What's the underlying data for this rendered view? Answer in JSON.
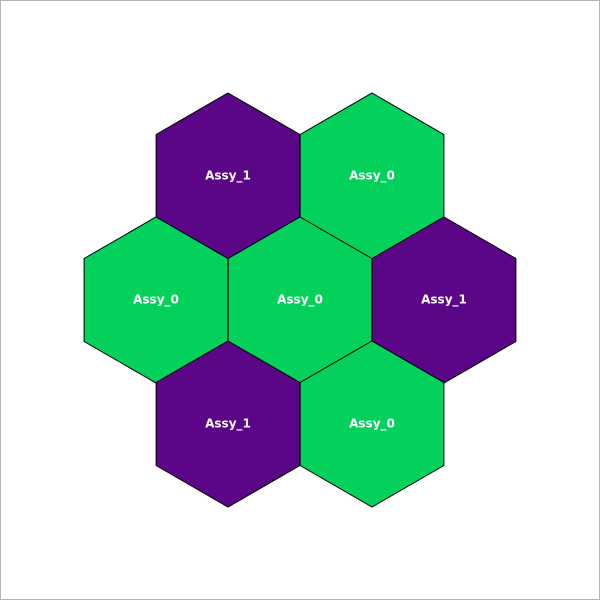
{
  "colors": {
    "Assy_0": "#03d15c",
    "Assy_1": "#5b0686",
    "edge": "#000000"
  },
  "hexes": [
    {
      "label": "Assy_1",
      "row": -1,
      "col": -0.5
    },
    {
      "label": "Assy_0",
      "row": -1,
      "col": 0.5
    },
    {
      "label": "Assy_0",
      "row": 0,
      "col": -1
    },
    {
      "label": "Assy_0",
      "row": 0,
      "col": 0
    },
    {
      "label": "Assy_1",
      "row": 0,
      "col": 1
    },
    {
      "label": "Assy_1",
      "row": 1,
      "col": -0.5
    },
    {
      "label": "Assy_0",
      "row": 1,
      "col": 0.5
    }
  ]
}
